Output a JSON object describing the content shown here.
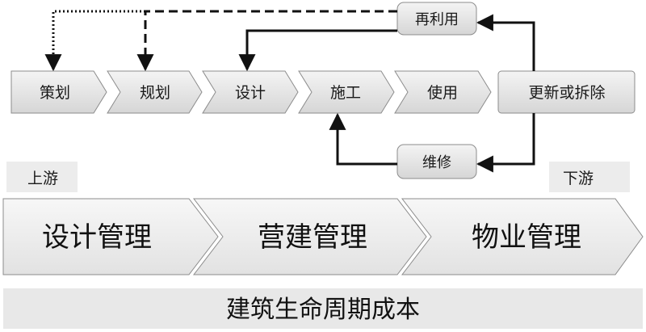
{
  "stages": [
    {
      "id": "plan",
      "label": "策划"
    },
    {
      "id": "planning",
      "label": "规划"
    },
    {
      "id": "design",
      "label": "设计"
    },
    {
      "id": "construction",
      "label": "施工"
    },
    {
      "id": "use",
      "label": "使用"
    },
    {
      "id": "renew",
      "label": "更新或拆除"
    }
  ],
  "side_boxes": {
    "reuse": "再利用",
    "maintenance": "维修"
  },
  "markers": {
    "upstream": "上游",
    "downstream": "下游"
  },
  "bands": [
    {
      "id": "design-mgmt",
      "label": "设计管理"
    },
    {
      "id": "construction-mgmt",
      "label": "营建管理"
    },
    {
      "id": "property-mgmt",
      "label": "物业管理"
    }
  ],
  "footer": "建筑生命周期成本",
  "colors": {
    "box_fill": "#e6e6e6",
    "box_stroke": "#8c8c8c",
    "band_fill": "#eeeeee",
    "footer_fill": "#e8e8e8",
    "arrow": "#111111"
  }
}
